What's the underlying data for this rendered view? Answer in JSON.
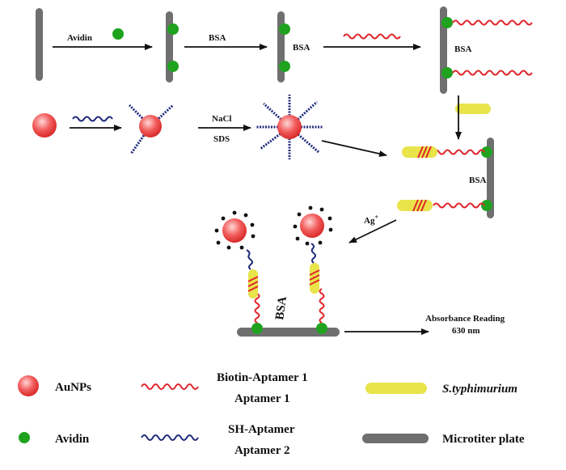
{
  "labels": {
    "avidin_step": "Avidin",
    "bsa_step": "BSA",
    "bsa_plate1": "BSA",
    "bsa_plate2": "BSA",
    "nacl": "NaCl",
    "sds": "SDS",
    "bsa_plate3": "BSA",
    "ag": "Ag",
    "ag_sup": "+",
    "bsa_well": "BSA",
    "absorbance": "Absorbance Reading",
    "wavelength": "630 nm"
  },
  "legend": {
    "aunps": "AuNPs",
    "avidin": "Avidin",
    "biotin_aptamer_1": "Biotin-Aptamer 1",
    "aptamer_1": "Aptamer 1",
    "sh_aptamer": "SH-Aptamer",
    "aptamer_2": "Aptamer 2",
    "s_typhimurium": "S.typhimurium",
    "microtiter_plate": "Microtiter plate"
  },
  "colors": {
    "plate": "#6f6f6f",
    "avidin": "#1fa31f",
    "aptamer1": "#e0262c",
    "aptamer2": "#1f2a7a",
    "bacteria": "#e8e44a",
    "aunp": "#f05a5a",
    "arrow": "#111111"
  }
}
